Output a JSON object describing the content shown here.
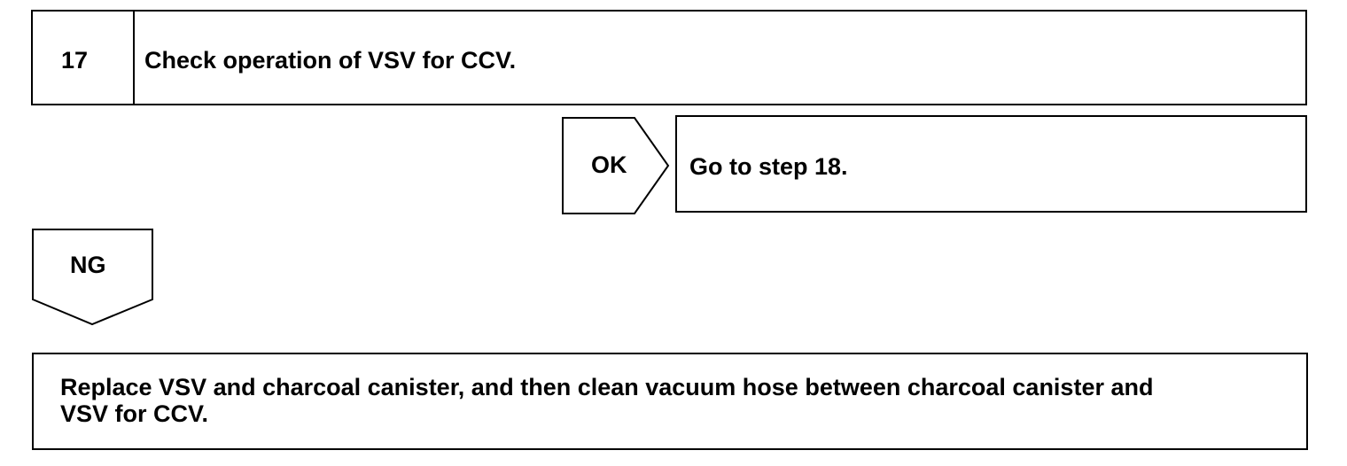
{
  "step": {
    "number": "17",
    "title": "Check operation of VSV for CCV."
  },
  "ok_branch": {
    "label": "OK",
    "result": "Go to step 18."
  },
  "ng_branch": {
    "label": "NG",
    "result_line1": "Replace VSV and charcoal canister, and then clean vacuum hose between charcoal canister and",
    "result_line2": "VSV for CCV."
  }
}
